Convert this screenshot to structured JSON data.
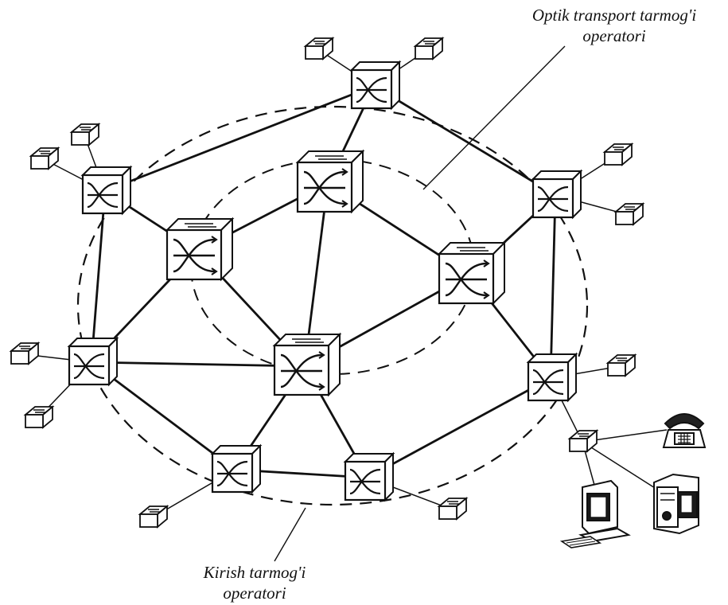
{
  "labels": {
    "optical_line1": "Optik transport tarmog'i",
    "optical_line2": "operatori",
    "access_line1": "Kirish  tarmog'i",
    "access_line2": "operatori"
  },
  "colors": {
    "ink": "#111111",
    "paper": "#ffffff"
  }
}
